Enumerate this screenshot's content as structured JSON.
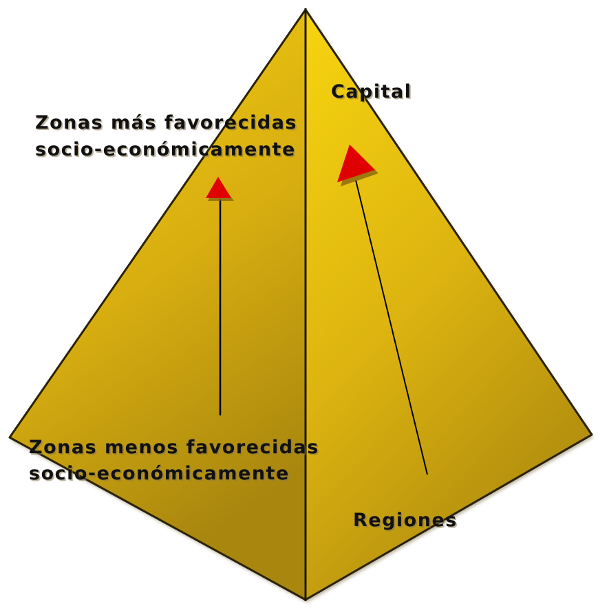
{
  "labels": {
    "top_left_line1": "Zonas más favorecidas",
    "top_left_line2": "socio-económicamente",
    "bottom_left_line1": "Zonas menos favorecidas",
    "bottom_left_line2": "socio-económicamente",
    "top_right": "Capital",
    "bottom_right": "Regiones"
  },
  "colors": {
    "pyramid_light": "#f2cc12",
    "pyramid_dark": "#a8860f",
    "edge": "#2a2208",
    "arrow_head": "#e00000",
    "arrow_line": "#000000"
  },
  "icons": {
    "arrow_left": "arrow-up-icon",
    "arrow_right": "arrow-up-icon"
  }
}
